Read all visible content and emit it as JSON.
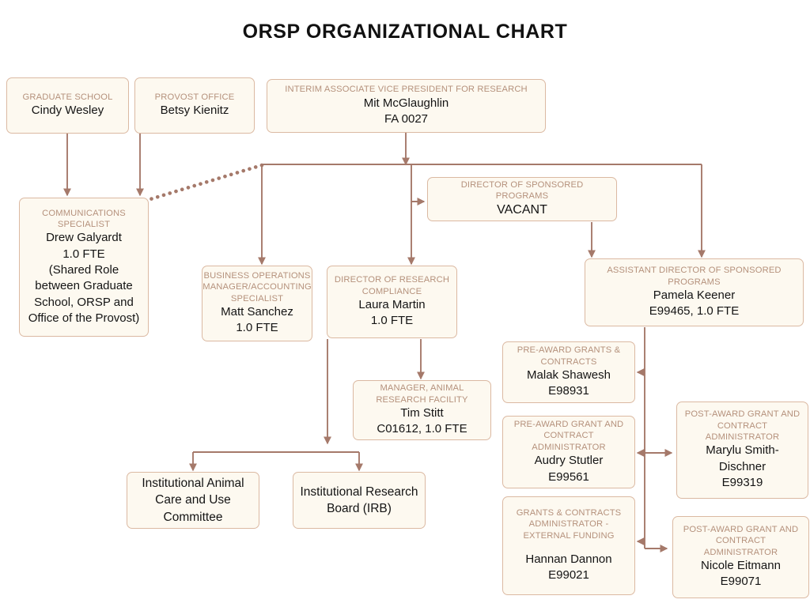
{
  "page": {
    "title": "ORSP ORGANIZATIONAL CHART",
    "accent_border": "#dbb9a2",
    "node_fill": "#fdf9f0",
    "role_text_color": "#b5917c",
    "person_text_color": "#141414",
    "connector_color": "#a5796a",
    "background": "#ffffff"
  },
  "nodes": {
    "graduate_school": {
      "role": "GRADUATE SCHOOL",
      "person": "Cindy Wesley"
    },
    "provost_office": {
      "role": "PROVOST OFFICE",
      "person": "Betsy Kienitz"
    },
    "interim_avp": {
      "role": "INTERIM ASSOCIATE VICE PRESIDENT FOR RESEARCH",
      "person": "Mit McGlaughlin\nFA 0027"
    },
    "communications_specialist": {
      "role": "COMMUNICATIONS SPECIALIST",
      "person": "Drew Galyardt\n1.0 FTE\n(Shared Role between Graduate School, ORSP and Office of the Provost)"
    },
    "business_operations": {
      "role": "BUSINESS OPERATIONS MANAGER/ACCOUNTING SPECIALIST",
      "person": "Matt Sanchez\n1.0 FTE"
    },
    "director_sponsored_programs": {
      "role": "DIRECTOR OF SPONSORED PROGRAMS",
      "person": "VACANT"
    },
    "director_research_compliance": {
      "role": "DIRECTOR OF RESEARCH COMPLIANCE",
      "person": "Laura Martin\n1.0 FTE"
    },
    "assistant_director_sponsored_programs": {
      "role": "ASSISTANT DIRECTOR OF SPONSORED PROGRAMS",
      "person": "Pamela Keener\nE99465, 1.0 FTE"
    },
    "manager_animal_research": {
      "role": "MANAGER, ANIMAL RESEARCH FACILITY",
      "person": "Tim Stitt\nC01612, 1.0 FTE"
    },
    "iacuc": {
      "role": "",
      "person": "Institutional Animal Care and Use Committee"
    },
    "irb": {
      "role": "",
      "person": "Institutional Research Board (IRB)"
    },
    "pre_award_grants_contracts": {
      "role": "PRE-AWARD GRANTS & CONTRACTS",
      "person": "Malak Shawesh\nE98931"
    },
    "pre_award_grant_contract_admin": {
      "role": "PRE-AWARD GRANT AND CONTRACT ADMINISTRATOR",
      "person": "Audry Stutler\nE99561"
    },
    "grants_contracts_external": {
      "role": "GRANTS & CONTRACTS ADMINISTRATOR - EXTERNAL FUNDING",
      "person": "Hannan Dannon\nE99021"
    },
    "post_award_marylu": {
      "role": "POST-AWARD GRANT AND CONTRACT ADMINISTRATOR",
      "person": "Marylu Smith-Dischner\nE99319"
    },
    "post_award_nicole": {
      "role": "POST-AWARD GRANT AND CONTRACT ADMINISTRATOR",
      "person": "Nicole Eitmann\nE99071"
    }
  }
}
